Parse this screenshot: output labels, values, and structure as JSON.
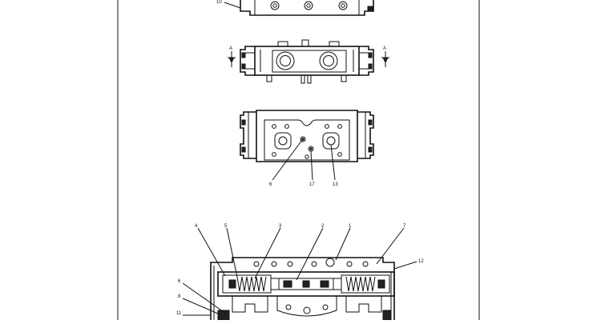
{
  "diagram": {
    "callouts": {
      "c10": "10",
      "c6_top": "6",
      "c17": "17",
      "c13": "13",
      "c4": "4",
      "c5": "5",
      "c3": "3",
      "c2": "2",
      "c1": "1",
      "c7": "7",
      "c12": "12",
      "c6_bottom": "6",
      "c8": "8",
      "c11": "11"
    },
    "section_marks": {
      "left": "A",
      "right": "A"
    }
  }
}
